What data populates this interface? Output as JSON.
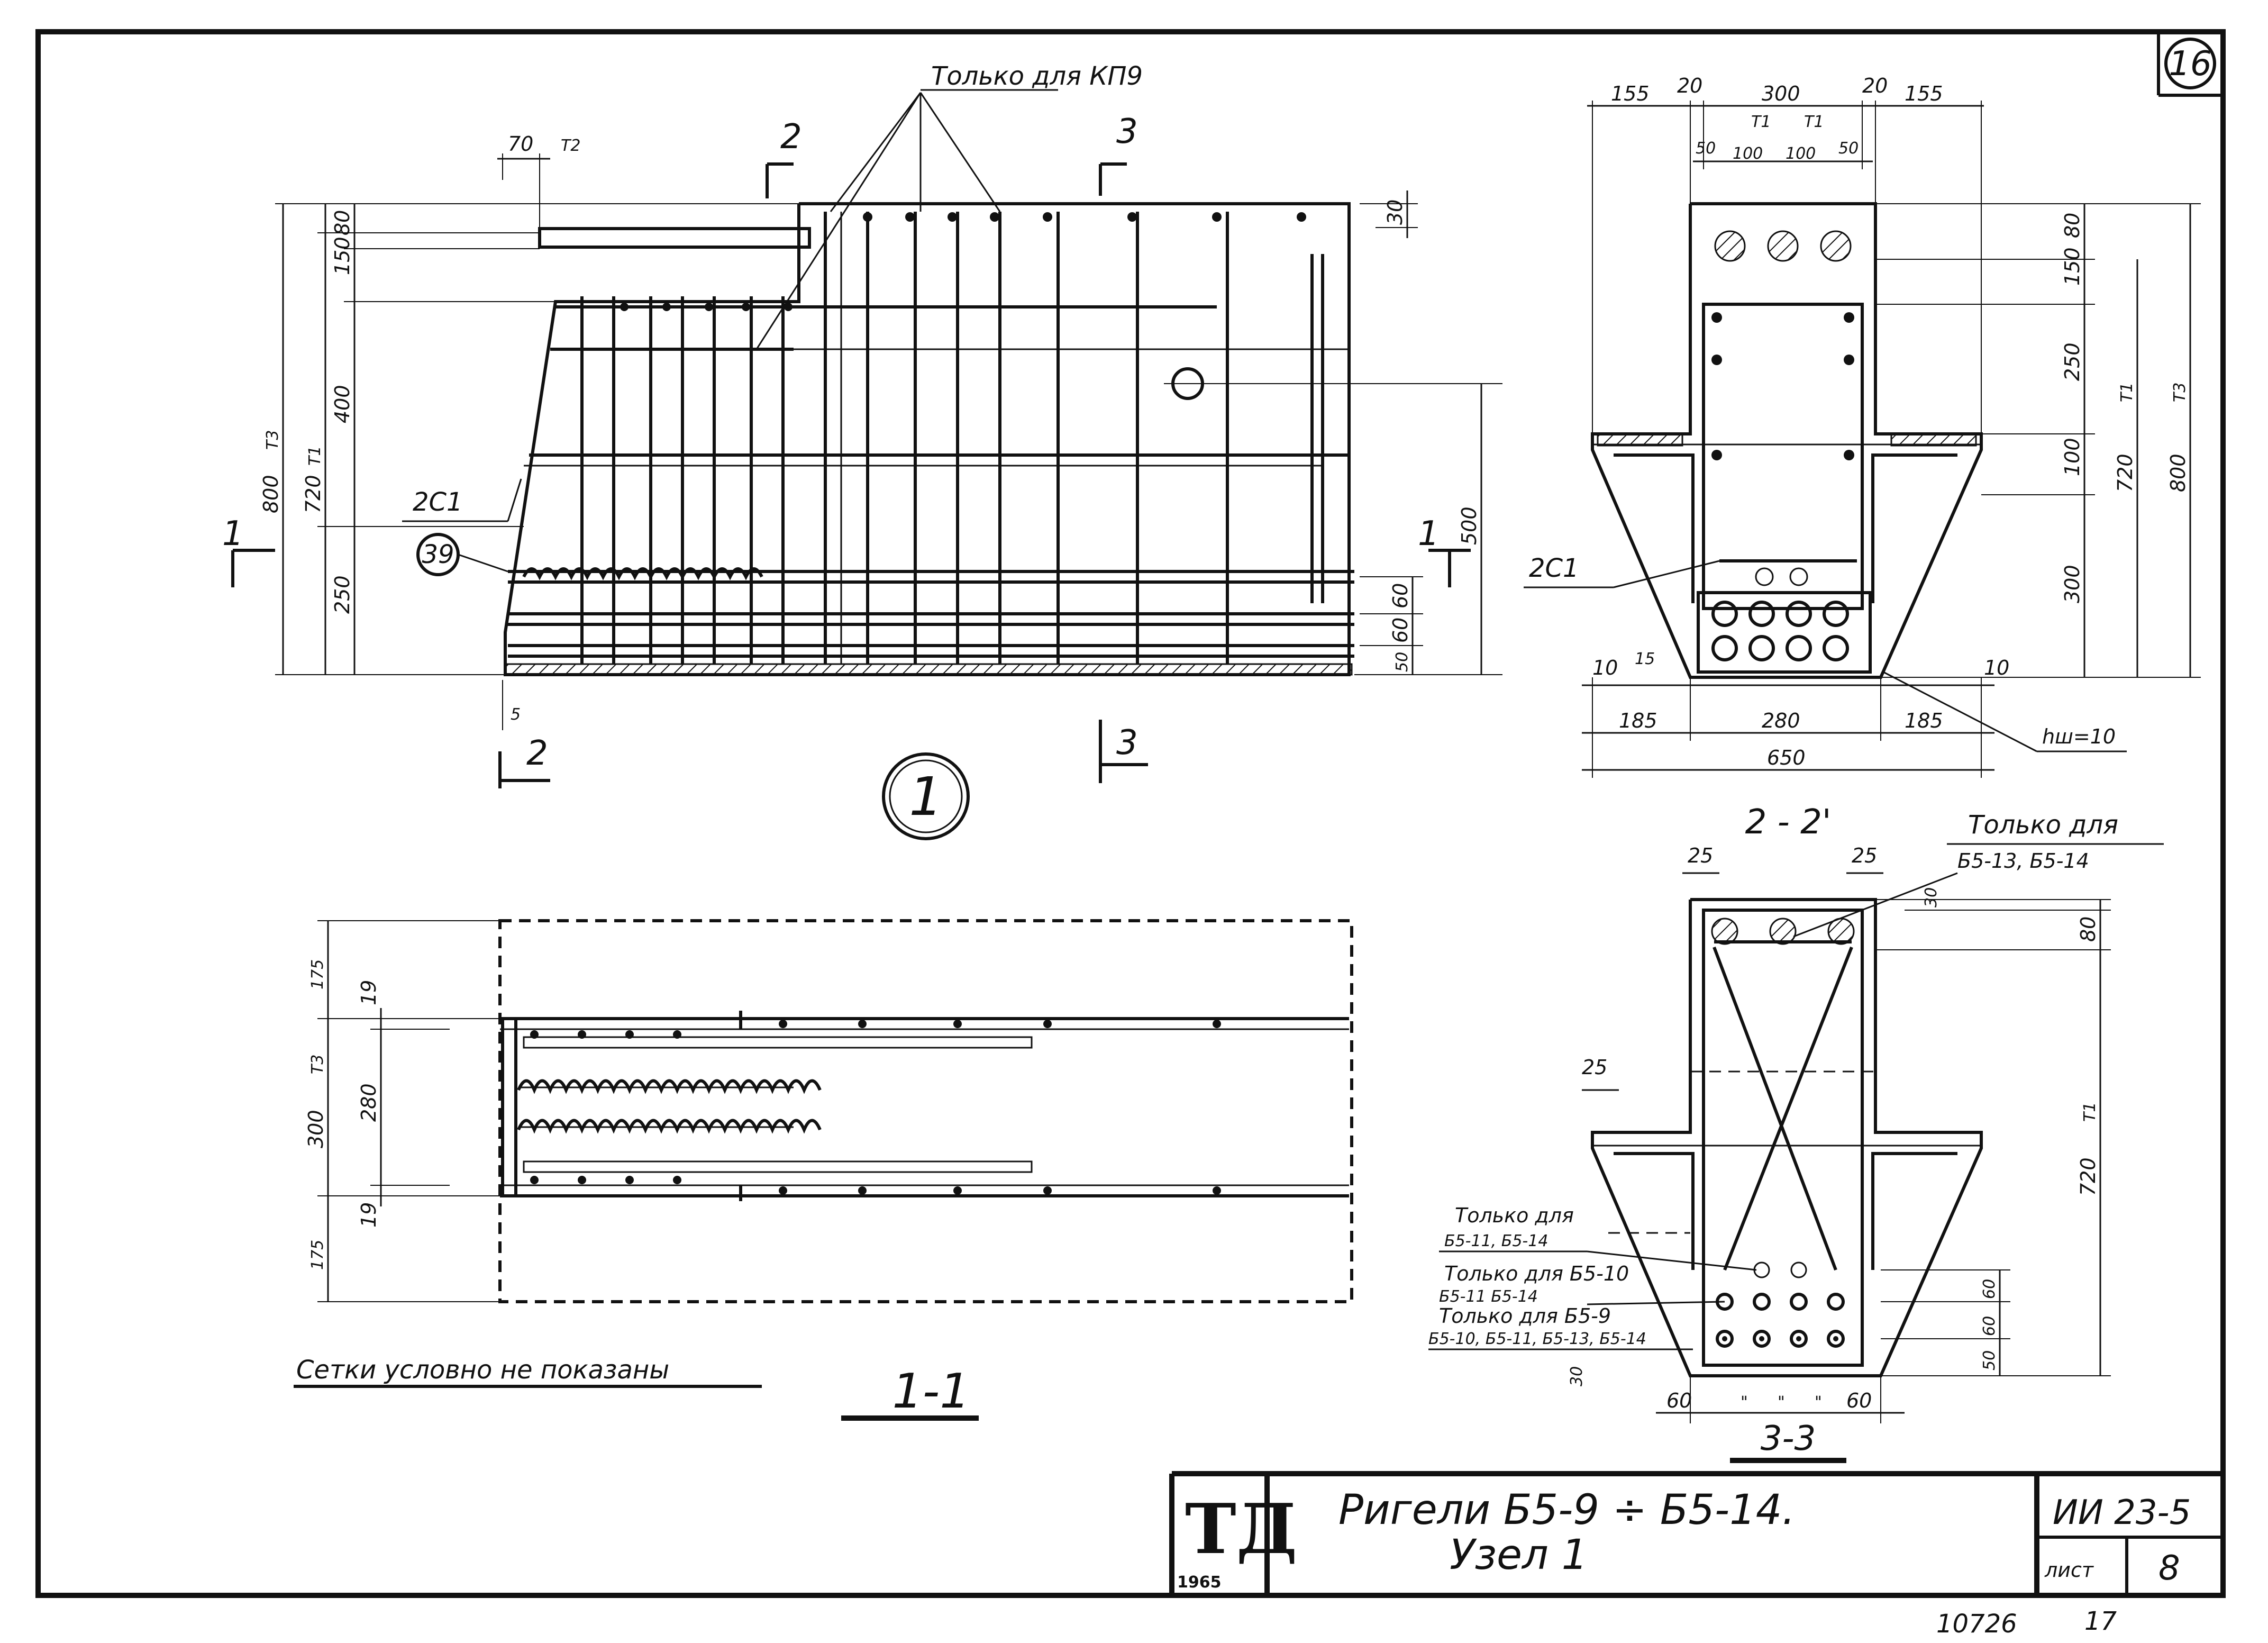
{
  "sheet_number": "16",
  "note_kp9": "Только для КП9",
  "section_mark_1": "1",
  "section_mark_2": "2",
  "section_mark_3": "3",
  "label_2c1": "2С1",
  "label_39": "39",
  "node_number": "1",
  "elev_dims": {
    "top_70": "70",
    "top_t2": "T2",
    "left_80": "80",
    "left_150": "150",
    "left_400": "400",
    "left_250": "250",
    "left_800": "800",
    "left_720": "720",
    "left_t3": "T3",
    "left_t1": "T1",
    "right_30": "30",
    "right_500": "500",
    "right_60a": "60",
    "right_60b": "60",
    "right_50": "50",
    "bottom_5": "5"
  },
  "sec11": {
    "title": "1-1",
    "d175a": "175",
    "d19a": "19",
    "dt3": "T3",
    "d280": "280",
    "d300": "300",
    "d19b": "19",
    "d175b": "175",
    "note": "Сетки условно не показаны"
  },
  "secA": {
    "d155a": "155",
    "d20a": "20",
    "d300": "300",
    "d20b": "20",
    "d155b": "155",
    "t1a": "T1",
    "t1b": "T1",
    "d50a": "50",
    "d100a": "100",
    "d100b": "100",
    "d50b": "50",
    "r150": "150",
    "r80": "80",
    "r250": "250",
    "r100": "100",
    "r300": "300",
    "r720": "720",
    "r800": "800",
    "rt1": "T1",
    "rt3": "T3",
    "label_2c1": "2С1",
    "d10a": "10",
    "d15": "15",
    "d10b": "10",
    "b185a": "185",
    "b280": "280",
    "b185b": "185",
    "b650": "650",
    "hw": "hш=10"
  },
  "sec22": {
    "title": "2 - 2'",
    "note": "Только для",
    "note2": "Б5-13, Б5-14",
    "d25a": "25",
    "d25b": "25",
    "d30": "30",
    "d80": "80",
    "d25c": "25",
    "d720": "720",
    "dt1": "T1"
  },
  "sec33": {
    "title": "3-3",
    "n1a": "Только для",
    "n1b": "Б5-11, Б5-14",
    "n2a": "Только для Б5-10",
    "n2b": "Б5-11  Б5-14",
    "n3a": "Только для Б5-9",
    "n3b": "Б5-10, Б5-11, Б5-13, Б5-14",
    "d30": "30",
    "d50": "50",
    "d60a": "60",
    "d60b": "60",
    "b60a": "60",
    "b60b": "60",
    "bq1": "\"",
    "bq2": "\"",
    "bq3": "\""
  },
  "title_block": {
    "logo": "ТД",
    "year": "1965",
    "title_line1": "Ригели  Б5-9 ÷ Б5-14.",
    "title_line2": "Узел  1",
    "code": "ИИ 23-5",
    "sheet_label": "лист",
    "sheet_value": "8"
  },
  "footer": {
    "number": "10726",
    "page": "17"
  }
}
